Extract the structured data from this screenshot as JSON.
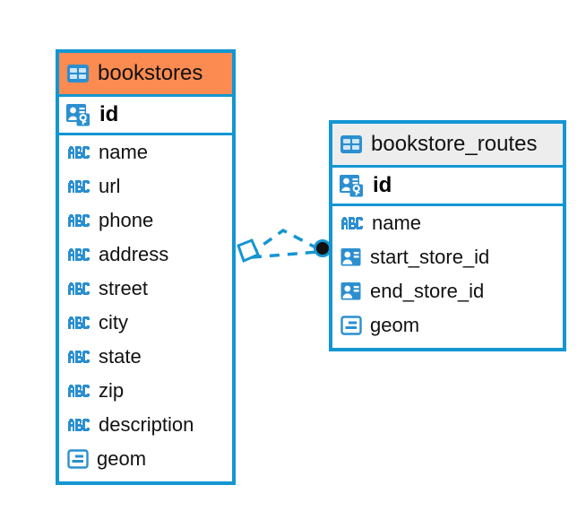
{
  "diagram": {
    "type": "entity-relationship-diagram",
    "background": "#ffffff",
    "accent_color": "#1496d2",
    "highlight_color": "#fb8b51",
    "header_grey": "#ededed"
  },
  "entities": [
    {
      "name": "bookstores",
      "header_style": "orange",
      "primary_key": {
        "label": "id",
        "icon": "primary-key-icon"
      },
      "fields": [
        {
          "label": "name",
          "icon": "text-type-icon"
        },
        {
          "label": "url",
          "icon": "text-type-icon"
        },
        {
          "label": "phone",
          "icon": "text-type-icon"
        },
        {
          "label": "address",
          "icon": "text-type-icon"
        },
        {
          "label": "street",
          "icon": "text-type-icon"
        },
        {
          "label": "city",
          "icon": "text-type-icon"
        },
        {
          "label": "state",
          "icon": "text-type-icon"
        },
        {
          "label": "zip",
          "icon": "text-type-icon"
        },
        {
          "label": "description",
          "icon": "text-type-icon"
        },
        {
          "label": "geom",
          "icon": "geometry-type-icon"
        }
      ]
    },
    {
      "name": "bookstore_routes",
      "header_style": "grey",
      "primary_key": {
        "label": "id",
        "icon": "primary-key-icon"
      },
      "fields": [
        {
          "label": "name",
          "icon": "text-type-icon"
        },
        {
          "label": "start_store_id",
          "icon": "foreign-key-icon"
        },
        {
          "label": "end_store_id",
          "icon": "foreign-key-icon"
        },
        {
          "label": "geom",
          "icon": "geometry-type-icon"
        }
      ]
    }
  ],
  "relationship": {
    "source_marker": "diamond-marker",
    "target_marker": "filled-circle-marker",
    "line_style": "dashed",
    "line_color": "#1496d2",
    "connection_count": 2
  }
}
